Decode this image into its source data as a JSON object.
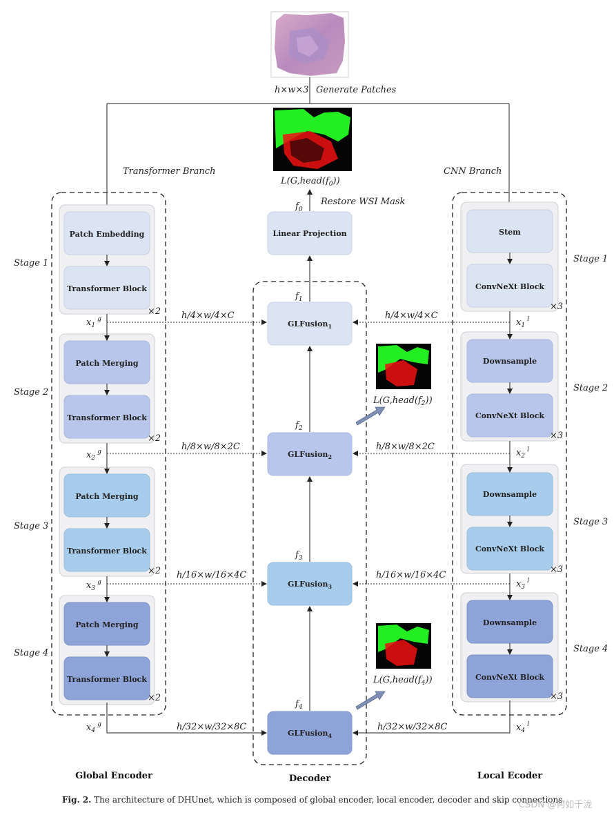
{
  "input": {
    "dims": "h×w×3",
    "action": "Generate Patches"
  },
  "top": {
    "loss": "L(G,head(f",
    "loss_sub": "0",
    "loss_end": "))",
    "f0": "f",
    "f0_sub": "0",
    "restore": "Restore WSI Mask",
    "linear_projection": "Linear Projection"
  },
  "branches": {
    "transformer": "Transformer Branch",
    "cnn": "CNN Branch"
  },
  "left": {
    "stages": [
      "Stage 1",
      "Stage 2",
      "Stage 3",
      "Stage 4"
    ],
    "blocks": [
      [
        "Patch Embedding",
        "Transformer Block"
      ],
      [
        "Patch Merging",
        "Transformer Block"
      ],
      [
        "Patch Merging",
        "Transformer Block"
      ],
      [
        "Patch Merging",
        "Transformer Block"
      ]
    ],
    "repeat": [
      "×2",
      "×2",
      "×2",
      "×2"
    ],
    "outputs": [
      {
        "base": "x",
        "sub": "1",
        "sup": "g"
      },
      {
        "base": "x",
        "sub": "2",
        "sup": "g"
      },
      {
        "base": "x",
        "sub": "3",
        "sup": "g"
      },
      {
        "base": "x",
        "sub": "4",
        "sup": "g"
      }
    ]
  },
  "right": {
    "stages": [
      "Stage 1",
      "Stage 2",
      "Stage 3",
      "Stage 4"
    ],
    "blocks": [
      [
        "Stem",
        "ConvNeXt Block"
      ],
      [
        "Downsample",
        "ConvNeXt Block"
      ],
      [
        "Downsample",
        "ConvNeXt Block"
      ],
      [
        "Downsample",
        "ConvNeXt Block"
      ]
    ],
    "repeat": [
      "×3",
      "×3",
      "×3",
      "×3"
    ],
    "outputs": [
      {
        "base": "x",
        "sub": "1",
        "sup": "l"
      },
      {
        "base": "x",
        "sub": "2",
        "sup": "l"
      },
      {
        "base": "x",
        "sub": "3",
        "sup": "l"
      },
      {
        "base": "x",
        "sub": "4",
        "sup": "l"
      }
    ]
  },
  "decoder": {
    "fusions": [
      {
        "name": "GLFusion",
        "sub": "1"
      },
      {
        "name": "GLFusion",
        "sub": "2"
      },
      {
        "name": "GLFusion",
        "sub": "3"
      },
      {
        "name": "GLFusion",
        "sub": "4"
      }
    ],
    "features": [
      {
        "base": "f",
        "sub": "1"
      },
      {
        "base": "f",
        "sub": "2"
      },
      {
        "base": "f",
        "sub": "3"
      },
      {
        "base": "f",
        "sub": "4"
      }
    ],
    "aux_losses": [
      {
        "pre": "L(G,head(f",
        "sub": "2",
        "post": "))"
      },
      {
        "pre": "L(G,head(f",
        "sub": "4",
        "post": "))"
      }
    ]
  },
  "dims": [
    "h/4×w/4×C",
    "h/8×w/8×2C",
    "h/16×w/16×4C",
    "h/32×w/32×8C"
  ],
  "titles": {
    "global": "Global Encoder",
    "decoder": "Decoder",
    "local": "Local Ecoder"
  },
  "caption": {
    "label": "Fig. 2.",
    "text": " The architecture of DHUnet, which is composed of global encoder, local encoder, decoder and skip connections."
  },
  "watermark": "CSDN @何如千泷",
  "colors": {
    "stage1": "#dbe4f2",
    "stage2": "#b7c6ea",
    "stage3": "#a8cdec",
    "stage4": "#8ea3d8",
    "decoder1": "#dbe4f2",
    "decoder2": "#b7c6ea",
    "decoder3": "#a8cdec",
    "decoder4": "#8ea3d8",
    "mask_green": "#22ee22",
    "mask_red": "#ee1111",
    "tissue": "#c58fb4"
  }
}
